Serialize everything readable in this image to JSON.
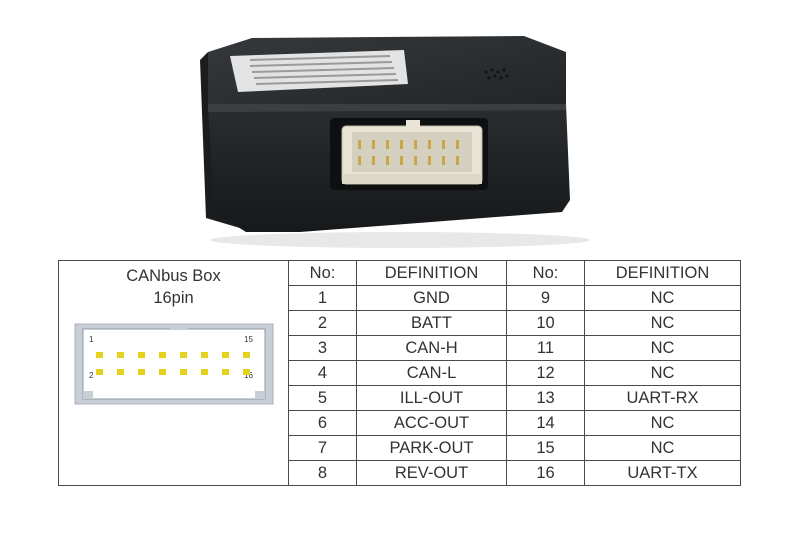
{
  "box": {
    "title": "CANbus Box",
    "pins": "16pin"
  },
  "connector": {
    "top_left": "1",
    "top_right": "15",
    "bottom_left": "2",
    "bottom_right": "16"
  },
  "table": {
    "headers": [
      "No:",
      "DEFINITION",
      "No:",
      "DEFINITION"
    ],
    "rows": [
      {
        "no_left": "1",
        "def_left": "GND",
        "no_right": "9",
        "def_right": "NC"
      },
      {
        "no_left": "2",
        "def_left": "BATT",
        "no_right": "10",
        "def_right": "NC"
      },
      {
        "no_left": "3",
        "def_left": "CAN-H",
        "no_right": "11",
        "def_right": "NC"
      },
      {
        "no_left": "4",
        "def_left": "CAN-L",
        "no_right": "12",
        "def_right": "NC"
      },
      {
        "no_left": "5",
        "def_left": "ILL-OUT",
        "no_right": "13",
        "def_right": "UART-RX"
      },
      {
        "no_left": "6",
        "def_left": "ACC-OUT",
        "no_right": "14",
        "def_right": "NC"
      },
      {
        "no_left": "7",
        "def_left": "PARK-OUT",
        "no_right": "15",
        "def_right": "NC"
      },
      {
        "no_left": "8",
        "def_left": "REV-OUT",
        "no_right": "16",
        "def_right": "UART-TX"
      }
    ]
  },
  "colors": {
    "box_body": "#1f2224",
    "connector_housing": "#e9e4d6",
    "pin_gold": "#e6d21c",
    "diagram_frame": "#c7ced6",
    "border": "#4a4a4a"
  }
}
